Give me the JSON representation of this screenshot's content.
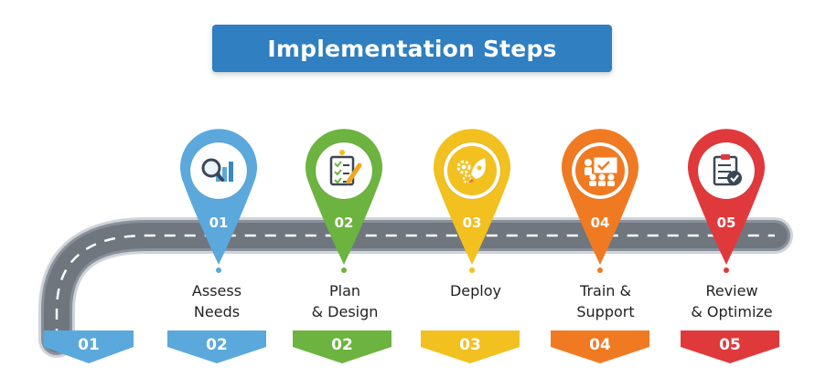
{
  "title": "Implementation Steps",
  "start_tag": {
    "number": "01",
    "color": "#5ba8dc"
  },
  "steps": [
    {
      "pin_number": "01",
      "label_line1": "Assess",
      "label_line2": "Needs",
      "tag_number": "02",
      "color": "#5ba8dc",
      "icon": "magnifier-chart-icon"
    },
    {
      "pin_number": "02",
      "label_line1": "Plan",
      "label_line2": "& Design",
      "tag_number": "02",
      "color": "#6cb33f",
      "icon": "checklist-pencil-icon"
    },
    {
      "pin_number": "03",
      "label_line1": "Deploy",
      "label_line2": "",
      "tag_number": "03",
      "color": "#f2c01f",
      "icon": "rocket-gears-icon"
    },
    {
      "pin_number": "04",
      "label_line1": "Train &",
      "label_line2": "Support",
      "tag_number": "04",
      "color": "#f07a22",
      "icon": "presentation-team-icon"
    },
    {
      "pin_number": "05",
      "label_line1": "Review",
      "label_line2": "& Optimize",
      "tag_number": "05",
      "color": "#e0393c",
      "icon": "clipboard-check-icon"
    }
  ]
}
